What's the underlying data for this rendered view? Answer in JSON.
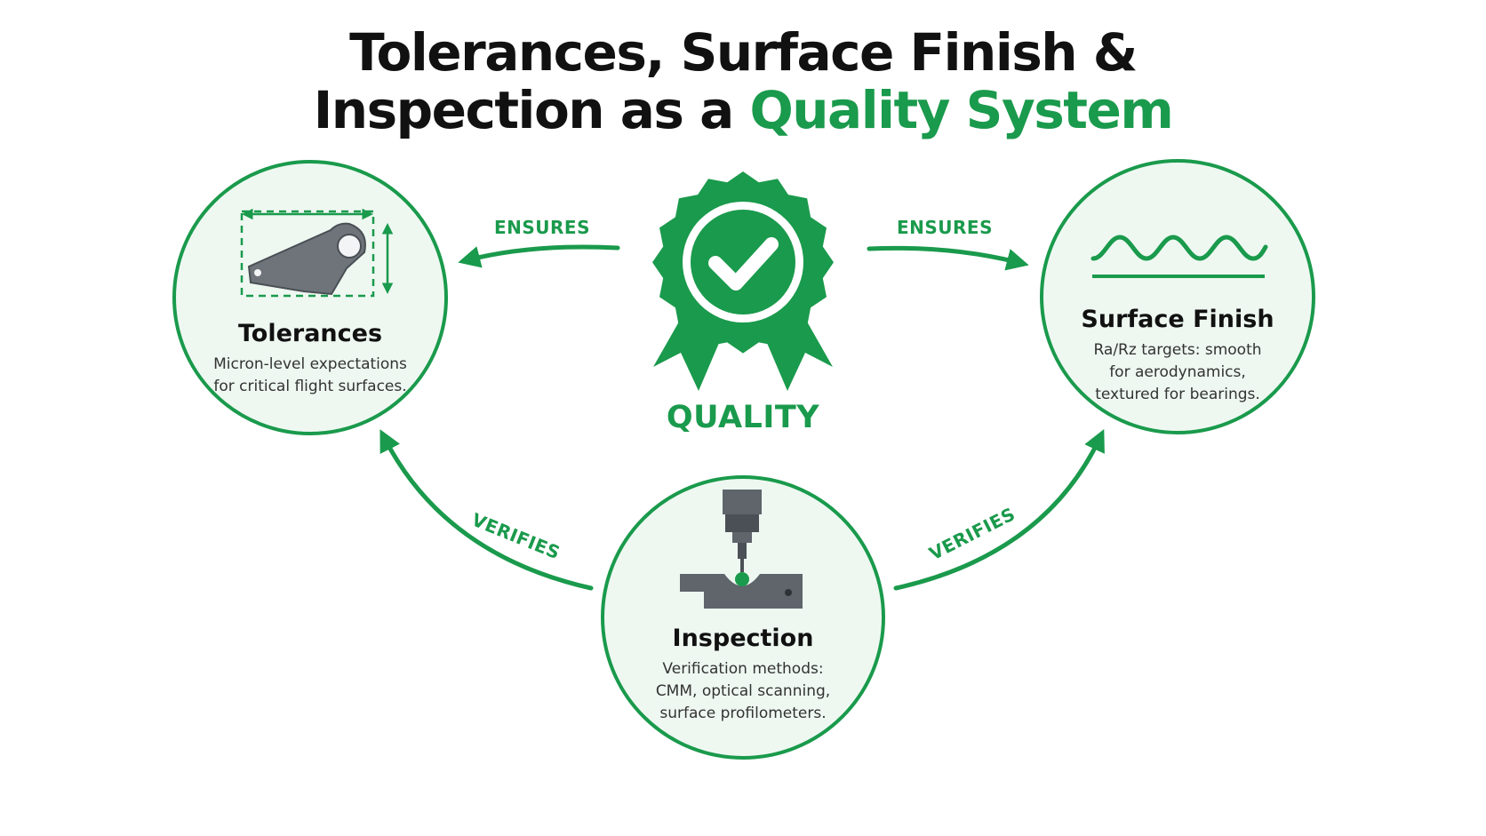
{
  "title": {
    "line1": "Tolerances, Surface Finish &",
    "line2_prefix": "Inspection as a ",
    "line2_accent": "Quality System"
  },
  "center": {
    "label": "QUALITY",
    "icon": "award-badge-checkmark-icon"
  },
  "nodes": {
    "tolerances": {
      "title": "Tolerances",
      "desc_line1": "Micron-level expectations",
      "desc_line2": "for critical flight surfaces.",
      "icon": "bracket-part-dimension-icon"
    },
    "surface_finish": {
      "title": "Surface Finish",
      "desc_line1": "Ra/Rz targets: smooth",
      "desc_line2": "for aerodynamics,",
      "desc_line3": "textured for bearings.",
      "icon": "surface-profile-wave-icon"
    },
    "inspection": {
      "title": "Inspection",
      "desc_line1": "Verification methods:",
      "desc_line2": "CMM, optical scanning,",
      "desc_line3": "surface profilometers.",
      "icon": "cmm-probe-icon"
    }
  },
  "edges": {
    "ensures_left": "ENSURES",
    "ensures_right": "ENSURES",
    "verifies_left": "VERIFIES",
    "verifies_right": "VERIFIES"
  },
  "colors": {
    "accent": "#1a9a4c",
    "circle_fill": "#eef8f1",
    "part_gray": "#6f747a",
    "text_dark": "#111111"
  }
}
